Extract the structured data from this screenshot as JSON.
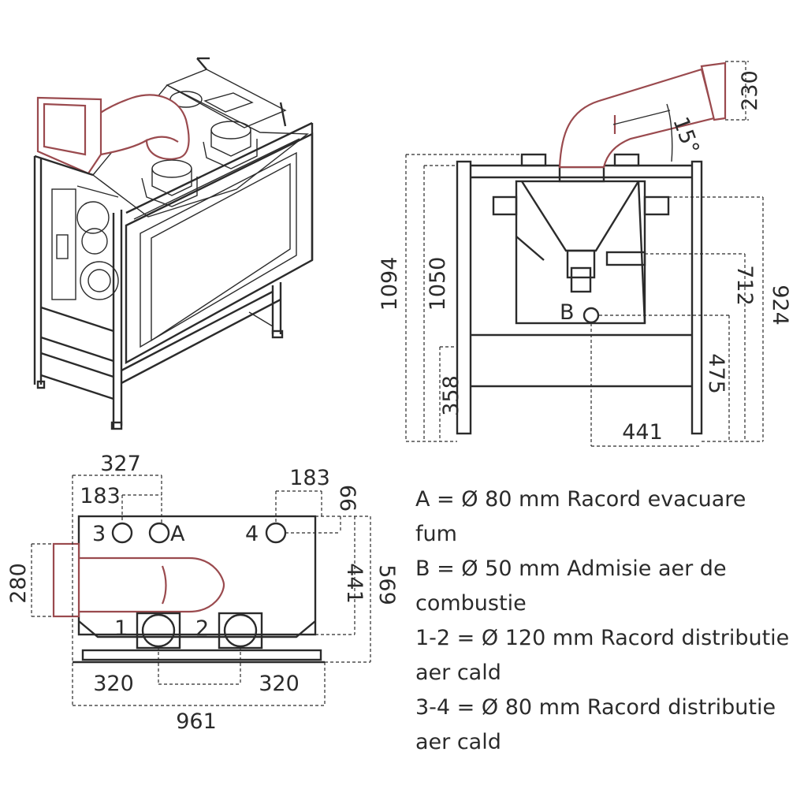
{
  "colors": {
    "line": "#2b2b2b",
    "duct": "#9a4a4e"
  },
  "side_view": {
    "dims": {
      "height_total": "1094",
      "height_frame": "1050",
      "height_base": "358",
      "height_b_outlet": "712",
      "height_right": "924",
      "height_b": "475",
      "width_b": "441",
      "duct": "230",
      "angle": "15°"
    },
    "label_b": "B"
  },
  "top_view": {
    "dims": {
      "w327": "327",
      "w183_left": "183",
      "w183_right": "183",
      "d66": "66",
      "depth441": "441",
      "depth569": "569",
      "duct280": "280",
      "w320_left": "320",
      "w320_right": "320",
      "width961": "961"
    },
    "labels": {
      "n3": "3",
      "nA": "A",
      "n4": "4",
      "n1": "1",
      "n2": "2"
    }
  },
  "legend": [
    "A = Ø 80 mm Racord evacuare fum",
    "B = Ø 50 mm Admisie aer de combustie",
    "1-2 = Ø 120 mm Racord distributie aer cald",
    "3-4 = Ø 80 mm Racord distributie aer cald"
  ]
}
